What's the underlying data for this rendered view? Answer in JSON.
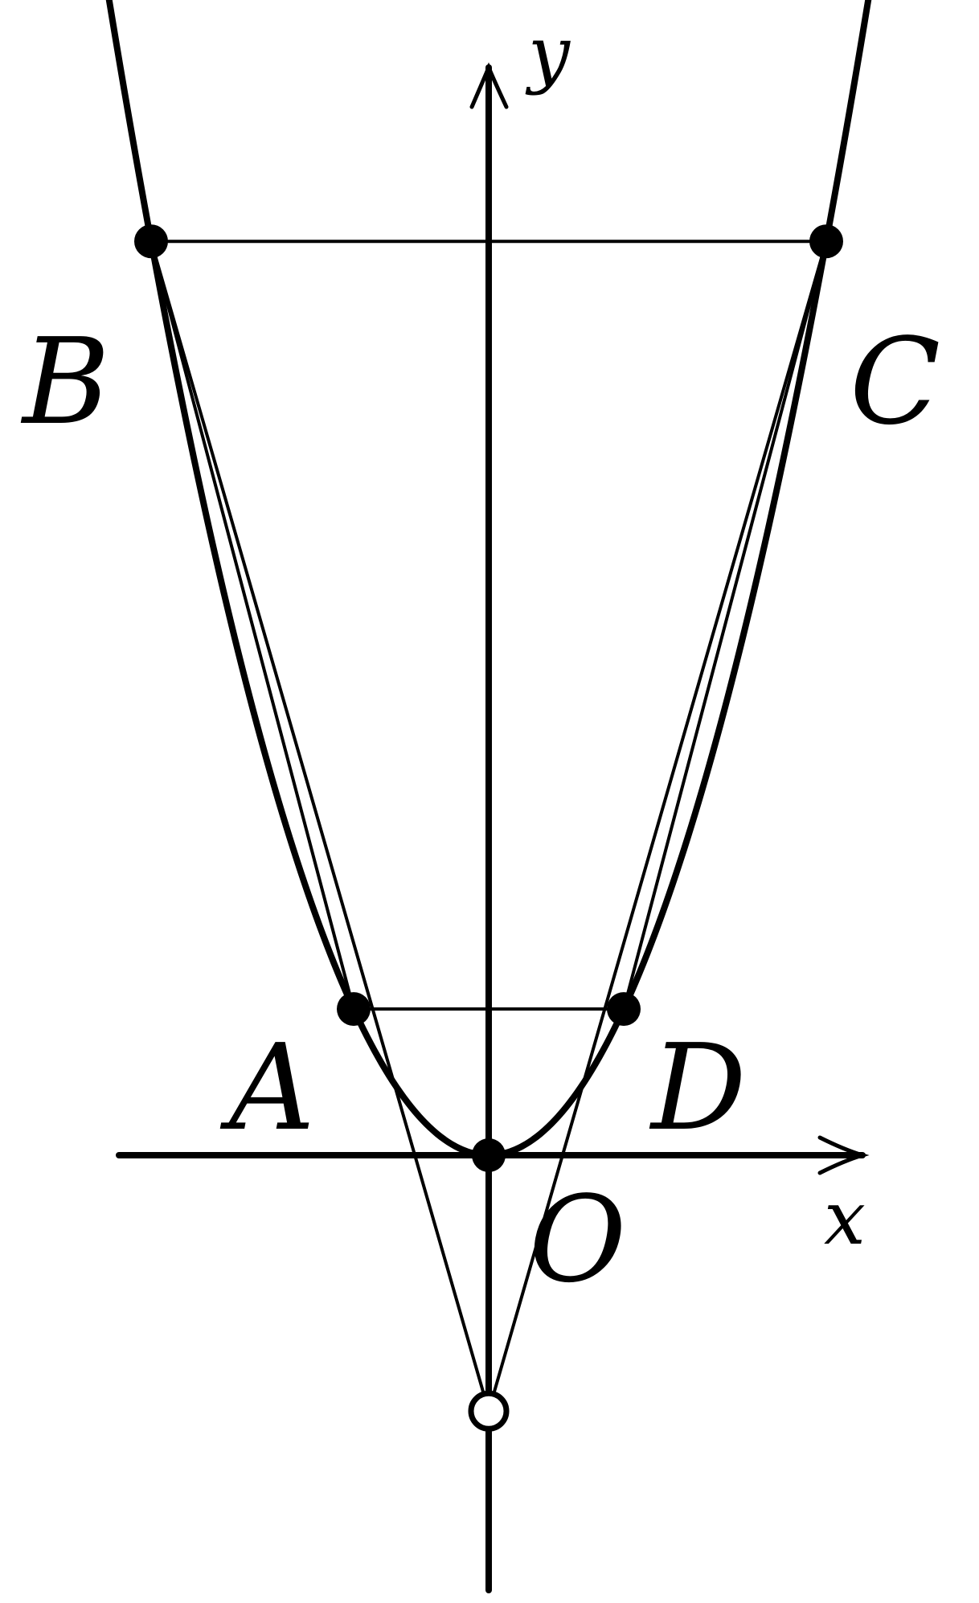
{
  "diagram": {
    "axes": {
      "x_label": "x",
      "y_label": "y"
    },
    "curve": {
      "equation": "y = a x^2",
      "a": 1
    },
    "points": {
      "B": {
        "label": "B",
        "x": -3.5,
        "y": 12.25
      },
      "C": {
        "label": "C",
        "x": 3.5,
        "y": 12.25
      },
      "A": {
        "label": "A",
        "x": -1.4,
        "y": 1.96
      },
      "D": {
        "label": "D",
        "x": 1.4,
        "y": 1.96
      },
      "O": {
        "label": "O",
        "x": 0,
        "y": 0
      },
      "P": {
        "label": "",
        "x": 0,
        "y": -3.43
      }
    },
    "segments": [
      [
        "B",
        "C"
      ],
      [
        "A",
        "D"
      ],
      [
        "B",
        "P"
      ],
      [
        "C",
        "P"
      ],
      [
        "A",
        "B"
      ],
      [
        "D",
        "C"
      ]
    ],
    "colors": {
      "stroke": "#000000",
      "background": "#ffffff"
    }
  }
}
